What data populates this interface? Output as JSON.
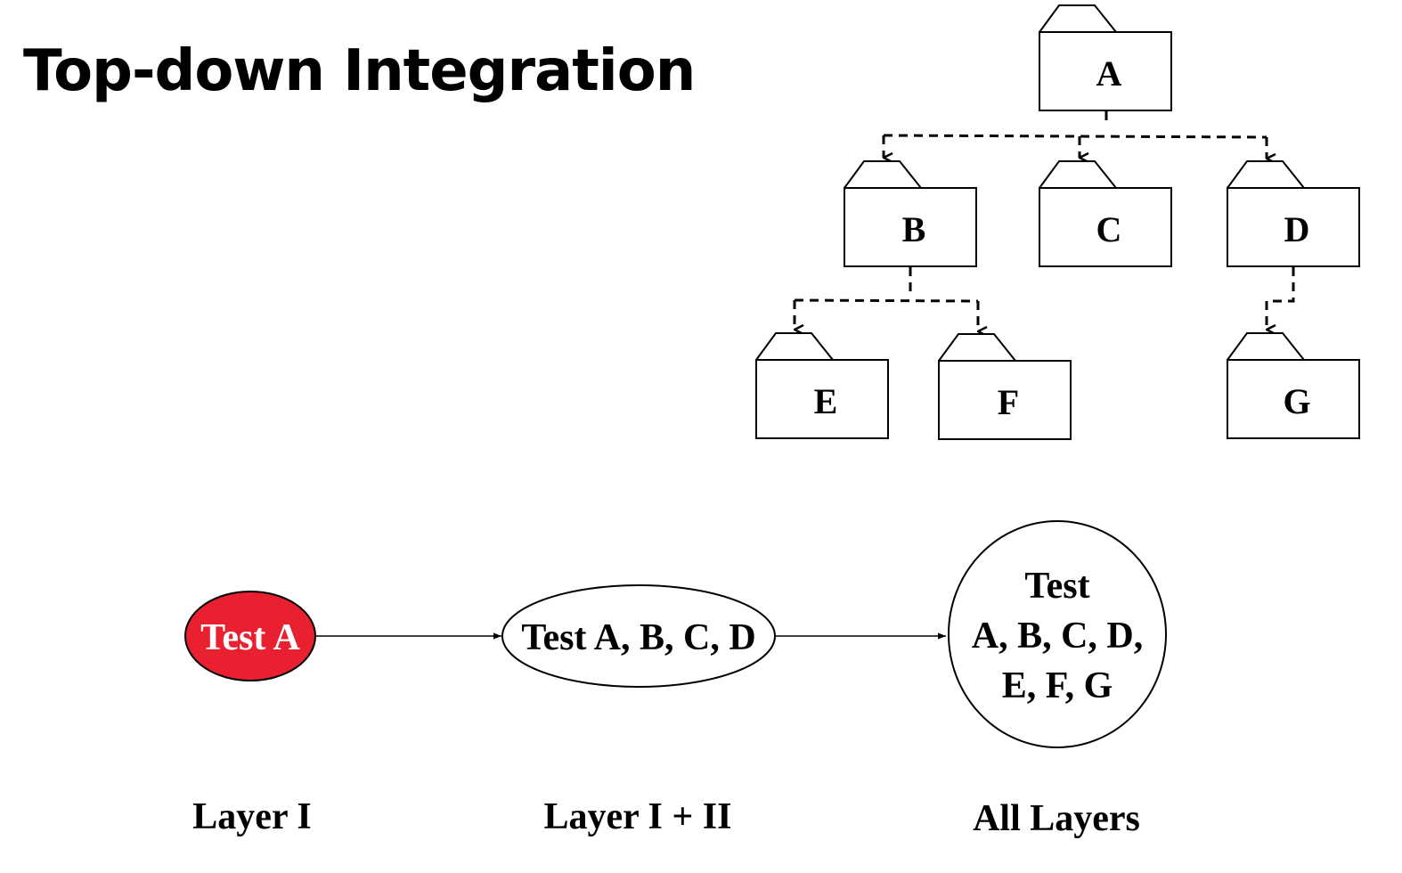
{
  "title": "Top-down Integration",
  "hierarchy": {
    "boxes": [
      {
        "id": "A",
        "label": "A"
      },
      {
        "id": "B",
        "label": "B"
      },
      {
        "id": "C",
        "label": "C"
      },
      {
        "id": "D",
        "label": "D"
      },
      {
        "id": "E",
        "label": "E"
      },
      {
        "id": "F",
        "label": "F"
      },
      {
        "id": "G",
        "label": "G"
      }
    ],
    "edges": [
      {
        "from": "A",
        "to": "B"
      },
      {
        "from": "A",
        "to": "C"
      },
      {
        "from": "A",
        "to": "D"
      },
      {
        "from": "B",
        "to": "E"
      },
      {
        "from": "B",
        "to": "F"
      },
      {
        "from": "D",
        "to": "G"
      }
    ]
  },
  "steps": [
    {
      "lines": [
        "Test A"
      ],
      "layer": "Layer I",
      "fill": "#e8202f",
      "text_color": "#ffffff"
    },
    {
      "lines": [
        "Test A, B, C, D"
      ],
      "layer": "Layer I + II",
      "fill": "#ffffff",
      "text_color": "#000000"
    },
    {
      "lines": [
        "Test",
        "A, B, C, D,",
        "E, F, G"
      ],
      "layer": "All Layers",
      "fill": "#ffffff",
      "text_color": "#000000"
    }
  ]
}
